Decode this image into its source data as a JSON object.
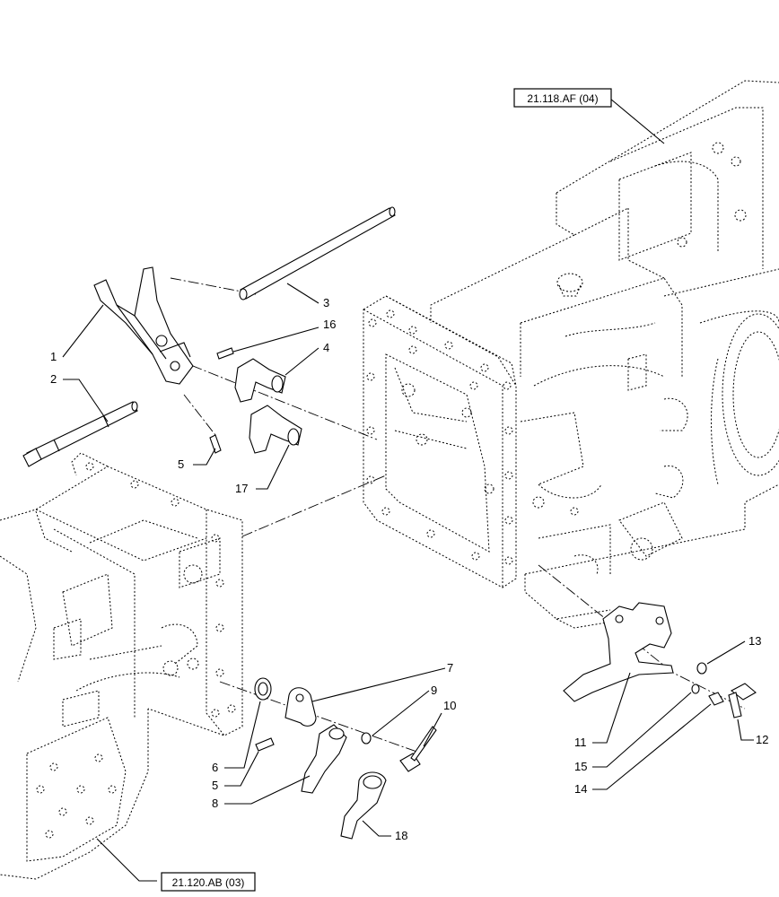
{
  "references": {
    "top_right": "21.118.AF (04)",
    "bottom_left": "21.120.AB (03)"
  },
  "callouts": {
    "c1": "1",
    "c2": "2",
    "c3": "3",
    "c4": "4",
    "c5a": "5",
    "c5b": "5",
    "c6": "6",
    "c7": "7",
    "c8": "8",
    "c9": "9",
    "c10": "10",
    "c11": "11",
    "c12": "12",
    "c13": "13",
    "c14": "14",
    "c15": "15",
    "c16": "16",
    "c17": "17",
    "c18": "18"
  }
}
